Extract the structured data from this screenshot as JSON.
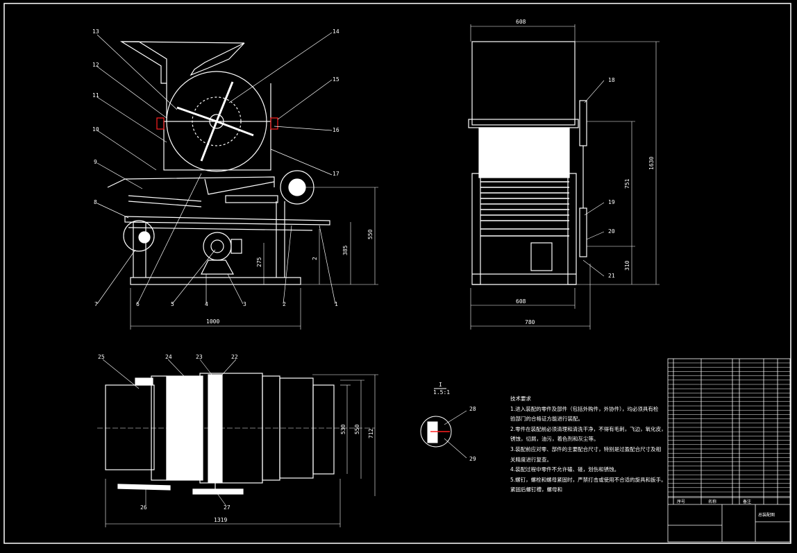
{
  "colors": {
    "background": "#000000",
    "line": "#ffffff",
    "accent": "#ff2020"
  },
  "front_view": {
    "part_labels": [
      "1",
      "2",
      "3",
      "4",
      "5",
      "6",
      "7",
      "8",
      "9",
      "10",
      "11",
      "12",
      "13",
      "14",
      "15",
      "16",
      "17"
    ],
    "dimensions": {
      "overall_width": "1000",
      "height_a": "550",
      "height_b": "385",
      "height_c": "275",
      "height_d": "2"
    }
  },
  "side_view": {
    "part_labels": [
      "18",
      "19",
      "20",
      "21"
    ],
    "dimensions": {
      "top_width": "608",
      "bottom_width": "608",
      "overall_width": "780",
      "total_height": "1630",
      "upper_height": "751",
      "lower_height": "310"
    }
  },
  "top_view": {
    "part_labels": [
      "22",
      "23",
      "24",
      "25",
      "26",
      "27"
    ],
    "dimensions": {
      "overall_length": "1319",
      "width_a": "530",
      "width_b": "550",
      "width_c": "712"
    }
  },
  "detail": {
    "name": "I",
    "scale": "1.5:1",
    "part_labels": [
      "28",
      "29"
    ]
  },
  "technical_requirements": {
    "title": "技术要求",
    "items": [
      "1.进入装配的零件及部件（包括外购件，外协件），均必须具有检",
      "验部门的合格证方能进行装配。",
      "2.零件在装配前必须清理和清洗干净，不得有毛刺，飞边，氧化皮，",
      "锈蚀，切屑，油污，着色剂和灰尘等。",
      "3.装配前应对零、部件的主要配合尺寸，特别是过盈配合尺寸及相",
      "关精度进行复查。",
      "4.装配过程中零件不允许磕、碰，划伤和锈蚀。",
      "5.螺钉，螺栓和螺母紧固时，严禁打击或使用不合适的旋具和扳手。",
      "紧固后螺钉槽，螺母和"
    ]
  },
  "title_block": {
    "drawing_name": "总装配图",
    "label_a": "序号",
    "label_b": "名称",
    "label_c": "备注"
  }
}
